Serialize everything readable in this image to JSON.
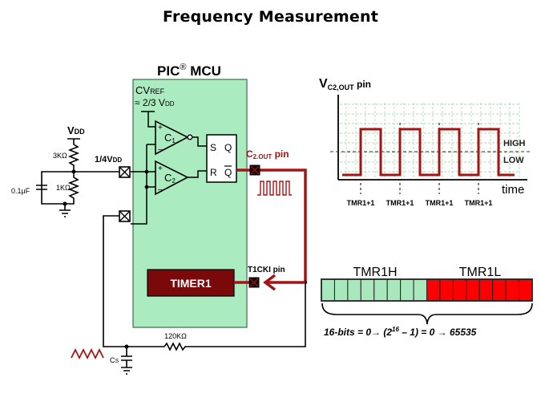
{
  "title": "Frequency Measurement",
  "mcu": {
    "label": "PIC",
    "reg_mark": "®",
    "label_suffix": "MCU",
    "cvref_line1_main": "CV",
    "cvref_line1_sub": "REF",
    "cvref_line2_main": "≈ 2/3 V",
    "cvref_line2_sub": "DD",
    "comparator1": {
      "name": "C",
      "index": "1",
      "plus": "+",
      "minus": "–"
    },
    "comparator2": {
      "name": "C",
      "index": "2",
      "plus": "+",
      "minus": "–"
    },
    "latch": {
      "s": "S",
      "q": "Q",
      "r": "R",
      "qbar": "Q"
    },
    "timer_label": "TIMER1"
  },
  "external": {
    "vdd_main": "V",
    "vdd_sub": "DD",
    "r_top": "3KΩ",
    "r_bottom": "1KΩ",
    "cap": "0.1µF",
    "quarter_vdd_main": "1/4V",
    "quarter_vdd_sub": "DD",
    "c2out_main": "C",
    "c2out_sub": "2.OUT",
    "c2out_suffix": " pin",
    "t1cki": "T1CKI pin",
    "r_feedback": "120KΩ",
    "cs_main": "C",
    "cs_sub": "S"
  },
  "waveform": {
    "ylabel_main": "V",
    "ylabel_sub": "C2,OUT",
    "ylabel_suffix": " pin",
    "xlabel": "time",
    "threshold_high": "HIGH",
    "threshold_low": "LOW",
    "tick_labels": [
      "TMR1+1",
      "TMR1+1",
      "TMR1+1",
      "TMR1+1"
    ],
    "pulses": 4,
    "color": "#a31515"
  },
  "register": {
    "high_label": "TMR1H",
    "low_label": "TMR1L",
    "bits_high": 8,
    "bits_low": 8,
    "high_color": "#a8e8bc",
    "low_color": "#ff0000",
    "caption_pre": "16-bits = 0",
    "caption_arrow1": "→",
    "caption_mid1": " (2",
    "caption_exp": "16",
    "caption_mid2": " – 1) = 0 ",
    "caption_arrow2": "→",
    "caption_end": " 65535"
  }
}
